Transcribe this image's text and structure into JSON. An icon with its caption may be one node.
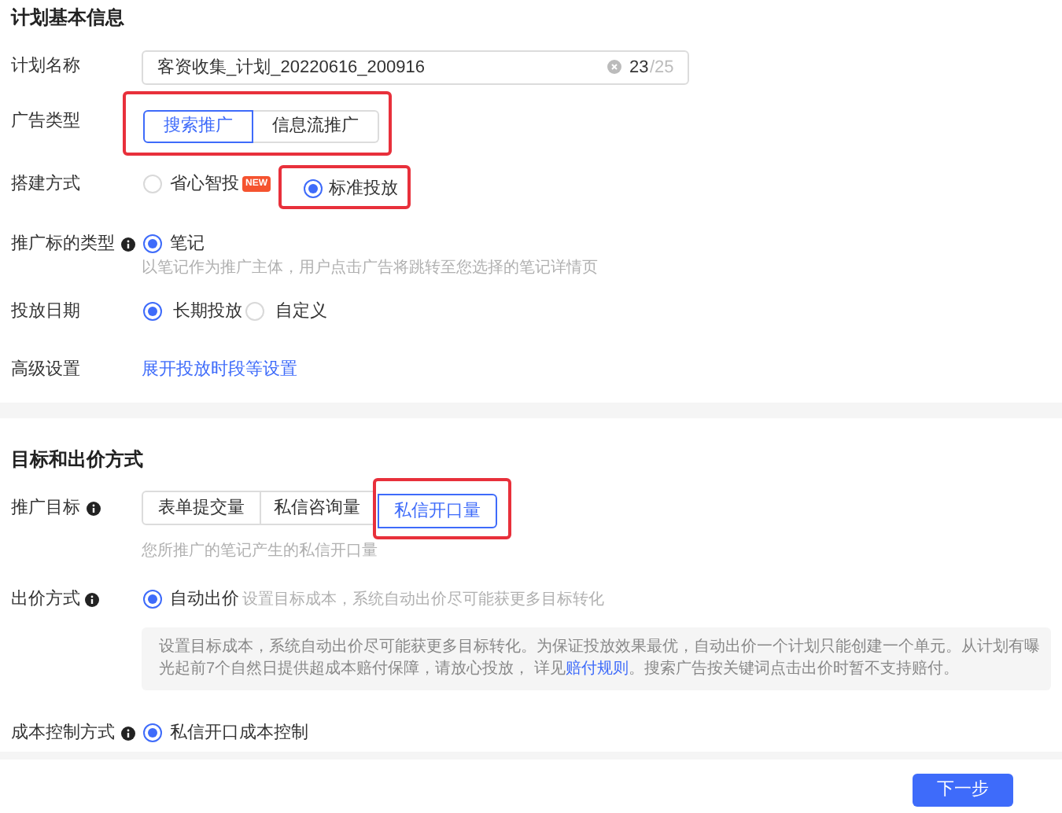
{
  "diagram": {
    "nodes": [
      {
        "text": [
          "搜索推广",
          "信息流推广"
        ]
      },
      {
        "text": [
          "标准投放"
        ]
      },
      {
        "text": [
          "私信开口量"
        ]
      }
    ],
    "labels": [
      "计划基本信息",
      "计划名称",
      "客资收集_计划_20220616_200916",
      "23",
      "/25",
      "广告类型",
      "搭建方式",
      "省心智投",
      "NEW",
      "推广标的类型",
      "笔记",
      "以笔记作为推广主体，用户点击广告将跳转至您选择的笔记详情页",
      "投放日期",
      "长期投放",
      "自定义",
      "高级设置",
      "展开投放时段等设置",
      "目标和出价方式",
      "推广目标",
      "表单提交量",
      "私信咨询量",
      "您所推广的笔记产生的私信开口量",
      "出价方式",
      "自动出价",
      "设置目标成本，系统自动出价尽可能获更多目标转化",
      "设置目标成本，系统自动出价尽可能获更多目标转化。为保证投放效果最优，自动出价一个计划只能创建一个单元。从计划有曝光起前7个自然日提供超成本赔付保障，请放心投放， 详见",
      "赔付规则",
      "。搜索广告按关键词点击出价时暂不支持赔付。",
      "成本控制方式",
      "私信开口成本控制",
      "下一步"
    ]
  }
}
